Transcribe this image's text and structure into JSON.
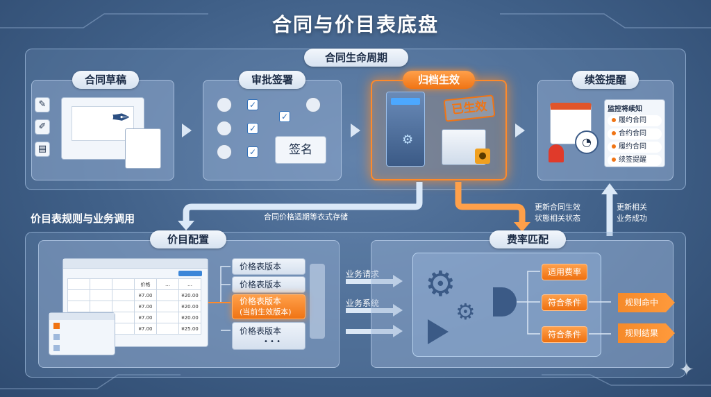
{
  "title": "合同与价目表底盘",
  "lifecycle": {
    "label": "合同生命周期",
    "stages": {
      "draft": "合同草稿",
      "approve": "审批签署",
      "archive": "归档生效",
      "renew": "续签提醒"
    },
    "sign_label": "签名",
    "stamp_label": "已生效",
    "notify": {
      "title": "监控将续知",
      "items": [
        "履约合同",
        "合约合同",
        "履约合同",
        "续签提醒"
      ]
    }
  },
  "rules": {
    "label": "价目表规则与业务调用",
    "config_label": "价目配置",
    "match_label": "费率匹配",
    "store_note": "合同价格适期等衣式存储",
    "update_note_1": "更新合同生效",
    "update_note_2": "状態相关状态",
    "update_note_3": "更新相关",
    "update_note_4": "业务成功",
    "table": {
      "header": [
        "",
        "",
        "",
        "价格",
        "…",
        "…"
      ],
      "rows": [
        [
          "",
          "",
          "",
          "¥7.00",
          "",
          "¥20.00"
        ],
        [
          "",
          "",
          "",
          "¥7.00",
          "",
          "¥20.00"
        ],
        [
          "",
          "",
          "",
          "¥7.00",
          "",
          "¥20.00"
        ],
        [
          "",
          "",
          "",
          "¥7.00",
          "",
          "¥25.00"
        ]
      ]
    },
    "versions": {
      "v1": "价格表版本",
      "v2": "价格表版本",
      "v3a": "价格表版本",
      "v3b": "(当前生效版本)",
      "v4": "价格表版本",
      "more": "• • •"
    },
    "inputs": {
      "request": "业务请求",
      "system": "业务系统"
    },
    "rates": {
      "apply": "适用费率",
      "cond1": "符合条件",
      "cond2": "符合条件"
    },
    "outputs": {
      "hit": "规则命中",
      "result": "规则结果"
    }
  },
  "colors": {
    "accent": "#f07414",
    "panel": "#7f9cc3",
    "background": "#3f5f87"
  }
}
